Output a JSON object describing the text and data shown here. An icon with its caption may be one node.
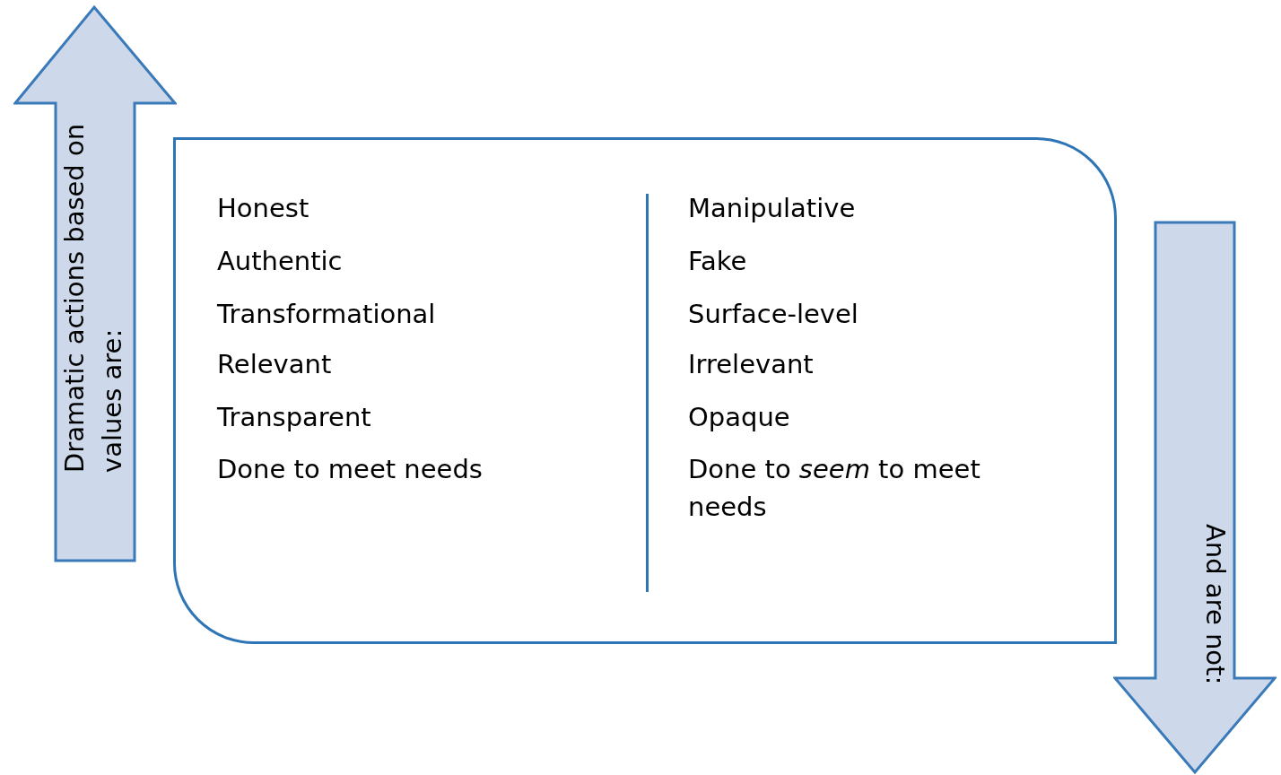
{
  "diagram": {
    "nodes": [
      {
        "text": [
          "Dramatic actions based on values are:"
        ]
      },
      {
        "text": [
          "Honest",
          "Authentic",
          "Transformational",
          "Relevant",
          "Transparent",
          "Done to meet needs",
          "Manipulative",
          "Fake",
          "Surface-level",
          "Irrelevant",
          "Opaque",
          "Done to *seem* to meet needs"
        ]
      },
      {
        "text": [
          "And are not:"
        ]
      }
    ],
    "edges": []
  }
}
